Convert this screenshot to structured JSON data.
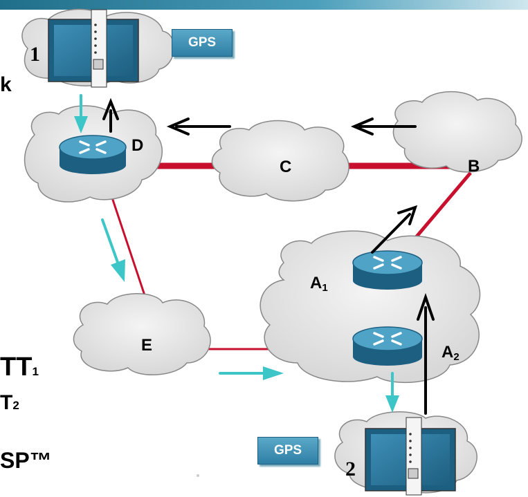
{
  "nodes": {
    "d": "D",
    "c": "C",
    "b": "B",
    "e": "E",
    "a1": "A",
    "a1_sub": "1",
    "a2": "A",
    "a2_sub": "2"
  },
  "sites": {
    "site1": "1",
    "site2": "2"
  },
  "gps": {
    "top": "GPS",
    "bottom": "GPS"
  },
  "left_fragments": {
    "k": "k",
    "tt": "TT",
    "tt_sub": "1",
    "t": "T",
    "t_sub": "2",
    "sp": "SP™"
  },
  "colors": {
    "link_red": "#c8102e",
    "arrow_cyan": "#3cc6c8",
    "arrow_black": "#000000",
    "router_blue": "#2f7fa6",
    "cloud_gray": "#e6e6e6"
  },
  "icons": [
    "router-icon",
    "cloud-icon",
    "gps-receiver-icon",
    "arrow-icon"
  ]
}
